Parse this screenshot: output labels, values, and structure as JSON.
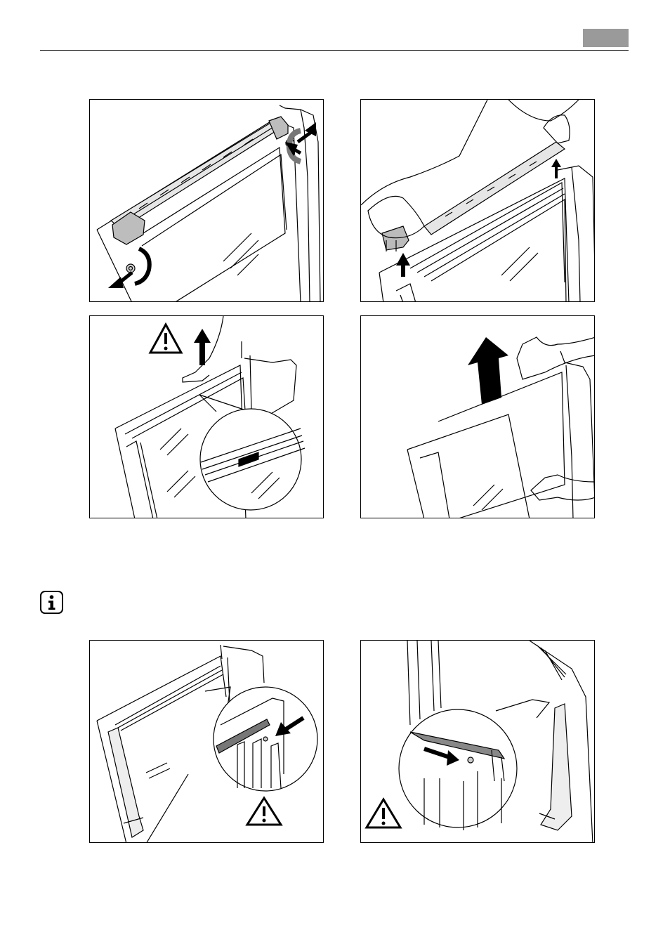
{
  "page": {
    "header_tab_color": "#9a9a9a",
    "rule_color": "#000000"
  },
  "figures": [
    {
      "id": "fig-1",
      "subject": "release-door-trim-locks",
      "icons": [
        "rotate-arrow-icon",
        "rotate-arrow-icon"
      ]
    },
    {
      "id": "fig-2",
      "subject": "lift-door-trim",
      "icons": [
        "up-arrow-icon",
        "up-arrow-icon"
      ]
    },
    {
      "id": "fig-3",
      "subject": "lift-inner-glass-panel",
      "icons": [
        "warning-icon",
        "up-arrow-icon",
        "magnifier-callout"
      ]
    },
    {
      "id": "fig-4",
      "subject": "remove-glass-panel",
      "icons": [
        "up-arrow-icon"
      ]
    },
    {
      "id": "fig-5",
      "subject": "refit-panel-seal-left",
      "icons": [
        "warning-icon",
        "pointer-arrow-icon",
        "magnifier-callout"
      ]
    },
    {
      "id": "fig-6",
      "subject": "refit-panel-seal-right",
      "icons": [
        "warning-icon",
        "pointer-arrow-icon",
        "magnifier-callout"
      ]
    }
  ],
  "info_icon": "info-icon"
}
